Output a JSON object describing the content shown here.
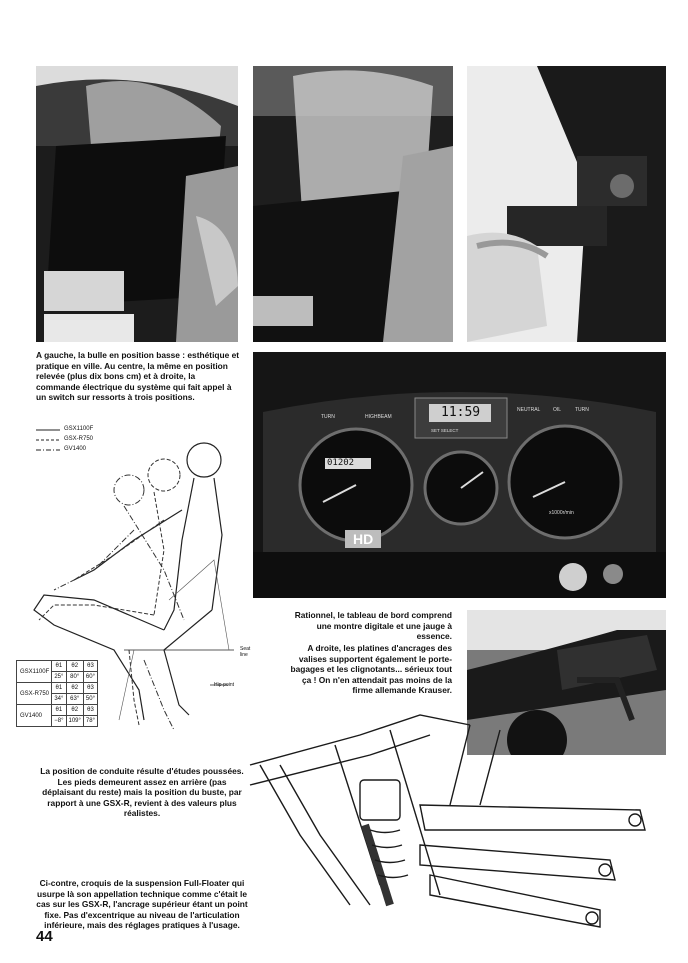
{
  "captions": {
    "bulle": "A gauche, la bulle en position basse : esthétique et pratique en ville. Au centre, la même en position relevée (plus dix bons cm) et à droite, la commande électrique du système qui fait appel à un switch sur ressorts à trois positions.",
    "tableau": "Rationnel, le tableau de bord comprend une montre digitale et une jauge à essence.",
    "platines": "A droite, les platines d'ancrages des valises supportent également le porte-bagages et les clignotants... sérieux tout ça ! On n'en attendait pas moins de la firme allemande Krauser.",
    "conduite": "La position de conduite résulte d'études poussées. Les pieds demeurent assez en arrière (pas déplaisant du reste) mais la position du buste, par rapport à une GSX-R, revient à des valeurs plus réalistes.",
    "suspension": "Ci-contre, croquis de la suspension Full-Floater qui usurpe là son appellation technique comme c'était le cas sur les GSX-R, l'ancrage supérieur étant un point fixe. Pas d'excentrique au niveau de l'articulation inférieure, mais des réglages pratiques à l'usage."
  },
  "legend": [
    {
      "style": "solid",
      "label": "GSX1100F"
    },
    {
      "style": "dashed",
      "label": "GSX-R750"
    },
    {
      "style": "dashdot",
      "label": "GV1400"
    }
  ],
  "diagram_labels": {
    "seat_line": "Seat line",
    "hip_point": "Hip-point"
  },
  "angle_table": [
    {
      "model": "GSX1100F",
      "h": [
        "θ1",
        "θ2",
        "θ3"
      ],
      "v": [
        "25°",
        "80°",
        "60°"
      ]
    },
    {
      "model": "GSX-R750",
      "h": [
        "θ1",
        "θ2",
        "θ3"
      ],
      "v": [
        "34°",
        "63°",
        "50°"
      ]
    },
    {
      "model": "GV1400",
      "h": [
        "θ1",
        "θ2",
        "θ3"
      ],
      "v": [
        "−8°",
        "109°",
        "78°"
      ]
    }
  ],
  "dashboard": {
    "clock": "11:59",
    "turn_left": "TURN",
    "highbeam": "HIGHBEAM",
    "neutral": "NEUTRAL",
    "oil": "OIL",
    "turn_right": "TURN",
    "set_select": "SET  SELECT",
    "odometer": "01202",
    "tacho_unit": "x1000r/min",
    "watermark": "HD"
  },
  "page_number": "44"
}
